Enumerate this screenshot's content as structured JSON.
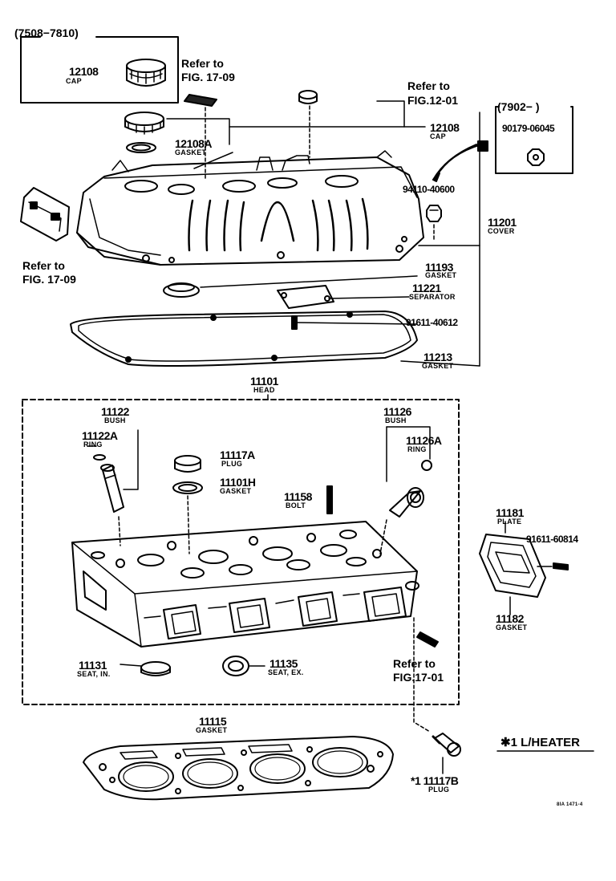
{
  "labels": {
    "period_top": "(7508−7810)",
    "refer_17_09_a_1": "Refer to",
    "refer_17_09_a_2": "FIG. 17-09",
    "refer_12_01_1": "Refer to",
    "refer_12_01_2": "FIG.12-01",
    "period_right": "(7902−      )",
    "pn_12108_box": "12108",
    "cap_box": "CAP",
    "pn_12108": "12108",
    "cap": "CAP",
    "pn_12108a": "12108A",
    "gasket_12108a": "GASKET",
    "pn_90179": "90179-06045",
    "pn_94110": "94110-40600",
    "pn_11201": "11201",
    "cover": "COVER",
    "refer_17_09_b_1": "Refer to",
    "refer_17_09_b_2": "FIG. 17-09",
    "pn_11193": "11193",
    "gasket_11193": "GASKET",
    "pn_11221": "11221",
    "separator": "SEPARATOR",
    "pn_91611_40612": "91611-40612",
    "pn_11213": "11213",
    "gasket_11213": "GASKET",
    "pn_11101": "11101",
    "head": "HEAD",
    "pn_11122": "11122",
    "bush_11122": "BUSH",
    "pn_11122a": "11122A",
    "ring_11122a": "RING",
    "pn_11126": "11126",
    "bush_11126": "BUSH",
    "pn_11126a": "11126A",
    "ring_11126a": "RING",
    "pn_11117a": "11117A",
    "plug_11117a": "PLUG",
    "pn_11101h": "11101H",
    "gasket_11101h": "GASKET",
    "pn_11158": "11158",
    "bolt": "BOLT",
    "pn_11181": "11181",
    "plate": "PLATE",
    "pn_91611_60814": "91611-60814",
    "pn_11182": "11182",
    "gasket_11182": "GASKET",
    "pn_11131": "11131",
    "seat_in": "SEAT, IN.",
    "pn_11135": "11135",
    "seat_ex": "SEAT, EX.",
    "refer_17_01_1": "Refer to",
    "refer_17_01_2": "FIG.17-01",
    "pn_11115": "11115",
    "gasket_11115": "GASKET",
    "pn_11117b": "*1 11117B",
    "plug_11117b": "PLUG",
    "legend": "✱1 L/HEATER",
    "fig_code": "8IA 1471-4"
  }
}
